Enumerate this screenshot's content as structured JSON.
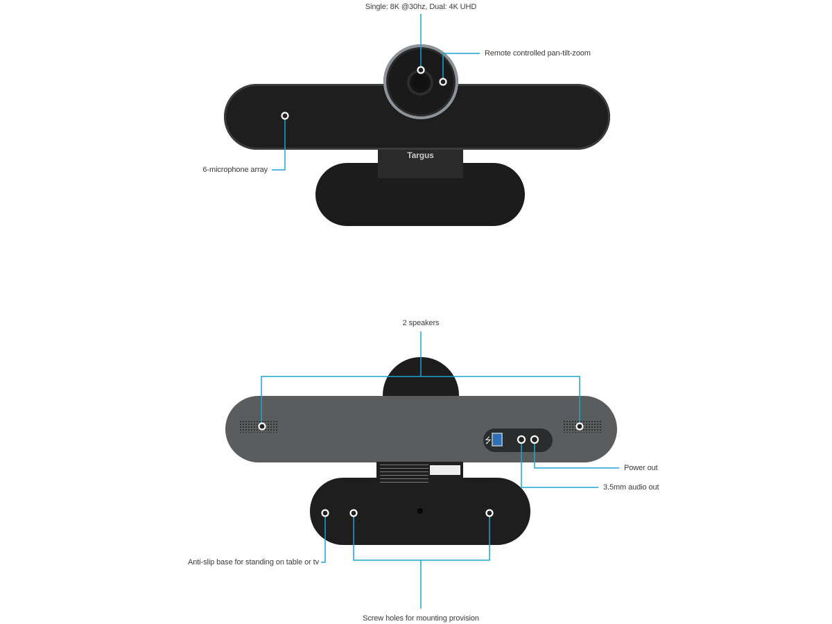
{
  "accent_color": "#1aa3d6",
  "front_view": {
    "brand_logo": "Targus",
    "callouts": {
      "resolution": "Single: 8K @30hz, Dual: 4K UHD",
      "ptz": "Remote controlled pan-tilt-zoom",
      "microphones": "6-microphone array"
    }
  },
  "back_view": {
    "callouts": {
      "speakers": "2 speakers",
      "power_out": "Power out",
      "audio_out": "3.5mm audio out",
      "anti_slip": "Anti-slip base for standing on table or tv",
      "screw_holes": "Screw holes for mounting provision"
    },
    "icons": [
      "usb-icon"
    ]
  }
}
